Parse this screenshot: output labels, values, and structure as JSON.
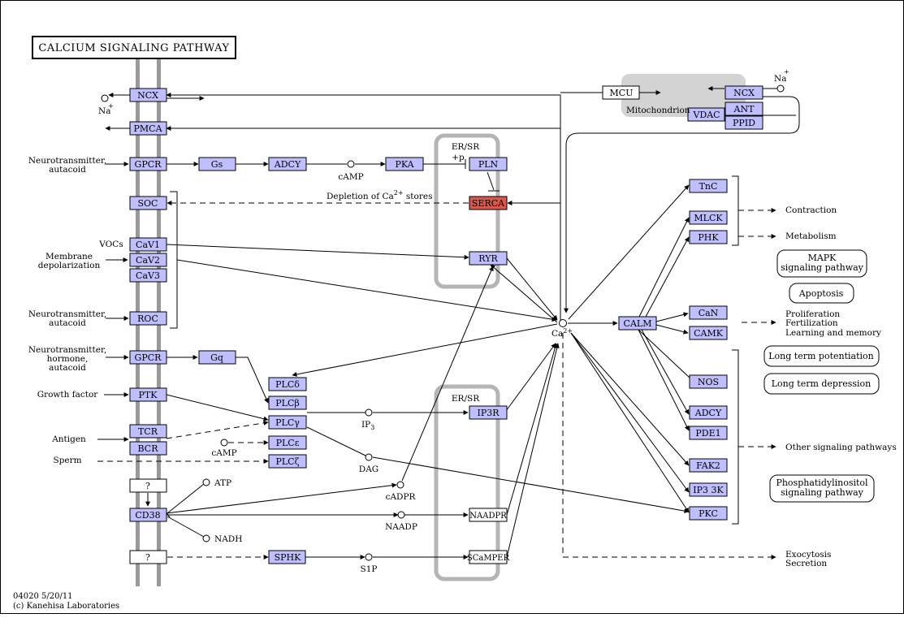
{
  "title": "CALCIUM SIGNALING PATHWAY",
  "footer": {
    "line1": "04020 5/20/11",
    "line2": "(c) Kanehisa Laboratories"
  },
  "colors": {
    "gene": "#bfbfff",
    "highlight": "#d9584a",
    "border": "#000000",
    "membrane": "#999999",
    "compartment": "#b5b5b5",
    "mito_fill": "#d3d3d3"
  },
  "genes": {
    "ncx": "NCX",
    "pmca": "PMCA",
    "gpcr1": "GPCR",
    "gs": "Gs",
    "adcy1": "ADCY",
    "pka": "PKA",
    "pln": "PLN",
    "serca": "SERCA",
    "soc": "SOC",
    "cav1": "CaV1",
    "cav2": "CaV2",
    "cav3": "CaV3",
    "roc": "ROC",
    "ryr": "RYR",
    "gpcr2": "GPCR",
    "gq": "Gq",
    "ptk": "PTK",
    "tcr": "TCR",
    "bcr": "BCR",
    "plcd": "PLCδ",
    "plcb": "PLCβ",
    "plcg": "PLCγ",
    "plce": "PLCε",
    "plcz": "PLCζ",
    "ip3r": "IP3R",
    "cd38": "CD38",
    "sphk": "SPHK",
    "unk1": "?",
    "unk2": "?",
    "mcu": "MCU",
    "ncx_mito": "NCX",
    "vdac": "VDAC",
    "ant": "ANT",
    "ppid": "PPID",
    "tnc": "TnC",
    "mlck": "MLCK",
    "phk": "PHK",
    "calm": "CALM",
    "can": "CaN",
    "camk": "CAMK",
    "nos": "NOS",
    "adcy2": "ADCY",
    "pde1": "PDE1",
    "fak2": "FAK2",
    "ip33k": "IP3 3K",
    "pkc": "PKC",
    "naadpr": "NAADPR",
    "scampr": "SCaMPER"
  },
  "labels": {
    "neurotransmitter_autacoid_1": [
      "Neurotransmitter,",
      "autacoid"
    ],
    "vocs": "VOCs",
    "membrane_depol": [
      "Membrane",
      "depolarization"
    ],
    "neurotransmitter_autacoid_2": [
      "Neurotransmitter,",
      "autacoid"
    ],
    "neurotransmitter_hormone": [
      "Neurotransmitter,",
      "hormone,",
      "autacoid"
    ],
    "growth_factor": "Growth factor",
    "antigen": "Antigen",
    "sperm": "Sperm",
    "na_left": "Na",
    "na_right": "Na",
    "na_charge": "+",
    "camp1": "cAMP",
    "camp2": "cAMP",
    "ersr1": "ER/SR",
    "ersr2": "ER/SR",
    "plus_p": "+p",
    "depletion": "Depletion of Ca",
    "depletion_sup": "2+",
    "depletion_tail": " stores",
    "ca": "Ca",
    "ca_sup": "2+",
    "ip3": "IP",
    "ip3_sub": "3",
    "dag": "DAG",
    "atp": "ATP",
    "nadh": "NADH",
    "cadpr": "cADPR",
    "naadp": "NAADP",
    "s1p": "S1P",
    "mitochondrion": "Mitochondrion",
    "contraction": "Contraction",
    "metabolism": "Metabolism",
    "proliferation": [
      "Proliferation",
      "Fertilization",
      "Learning and memory"
    ],
    "other_pathways": "Other signaling pathways",
    "exocytosis": [
      "Exocytosis",
      "Secretion"
    ]
  },
  "maps": {
    "mapk": [
      "MAPK",
      "signaling pathway"
    ],
    "apoptosis": "Apoptosis",
    "ltp": "Long term potentiation",
    "ltd": "Long term depression",
    "pi": [
      "Phosphatidylinositol",
      "signaling pathway"
    ]
  }
}
